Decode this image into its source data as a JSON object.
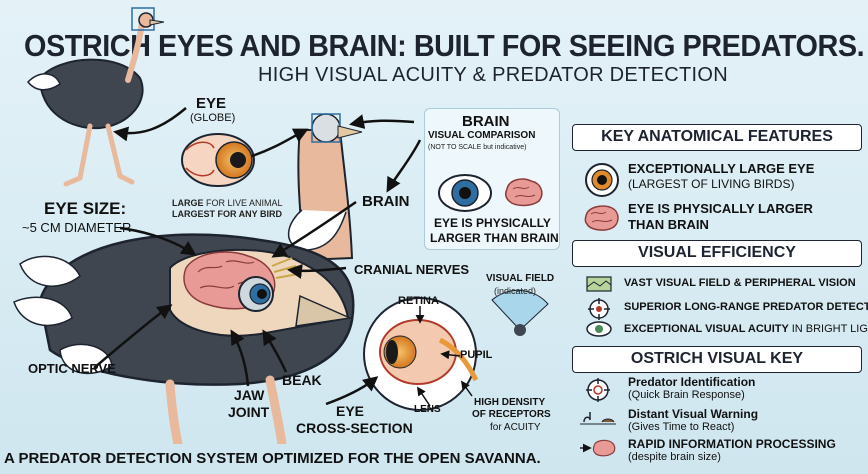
{
  "title": "OSTRICH EYES AND BRAIN: BUILT FOR SEEING PREDATORS.",
  "subtitle": "HIGH VISUAL ACUITY & PREDATOR DETECTION",
  "labels": {
    "eye": "EYE",
    "globe": "(GLOBE)",
    "large_for_live_bold": "LARGE",
    "large_for_live_rest": "FOR LIVE ANIMAL",
    "largest_any_bird": "LARGEST FOR ANY BIRD",
    "eye_size": "EYE SIZE:",
    "eye_size_value": "~5 CM DIAMETER",
    "brain_top": "BRAIN",
    "visual_comparison": "VISUAL COMPARISON",
    "not_to_scale": "(NOT TO SCALE but indicative)",
    "eye_larger_1": "EYE IS PHYSICALLY",
    "eye_larger_2": "LARGER THAN BRAIN",
    "brain_mid": "BRAIN",
    "cranial_nerves": "CRANIAL NERVES",
    "visual_field": "VISUAL FIELD",
    "visual_field_sub": "(indicated)",
    "retina": "RETINA",
    "pupil": "PUPIL",
    "lens": "LENS",
    "high_density_1": "HIGH DENSITY",
    "high_density_2": "OF RECEPTORS",
    "high_density_3": "for ACUITY",
    "optic_nerve": "OPTIC NERVE",
    "jaw_1": "JAW",
    "jaw_2": "JOINT",
    "beak": "BEAK",
    "eye_cs_1": "EYE",
    "eye_cs_2": "CROSS-SECTION"
  },
  "panel": {
    "key_features": {
      "heading": "KEY ANATOMICAL FEATURES",
      "items": [
        {
          "icon": "eye-icon",
          "bold": "EXCEPTIONALLY LARGE EYE",
          "sub": "(LARGEST OF LIVING BIRDS)"
        },
        {
          "icon": "brain-icon",
          "bold": "EYE IS PHYSICALLY LARGER",
          "bold2": "THAN BRAIN"
        }
      ]
    },
    "visual_efficiency": {
      "heading": "VISUAL EFFICIENCY",
      "items": [
        {
          "icon": "landscape-icon",
          "bold": "VAST VISUAL FIELD & PERIPHERAL VISION"
        },
        {
          "icon": "crosshair-icon",
          "bold": "SUPERIOR LONG-RANGE PREDATOR DETECTION"
        },
        {
          "icon": "eye-icon",
          "bold": "EXCEPTIONAL VISUAL ACUITY",
          "rest": "IN BRIGHT LIGHT"
        }
      ]
    },
    "visual_key": {
      "heading": "OSTRICH VISUAL KEY",
      "items": [
        {
          "icon": "crosshair-icon",
          "bold": "Predator Identification",
          "sub": "(Quick Brain Response)"
        },
        {
          "icon": "ostrich-predator-icon",
          "bold": "Distant Visual Warning",
          "sub": "(Gives Time to React)"
        },
        {
          "icon": "brain-processing-icon",
          "bold": "RAPID INFORMATION PROCESSING",
          "sub": "(despite brain size)"
        }
      ]
    }
  },
  "footer": "A PREDATOR DETECTION SYSTEM OPTIMIZED FOR THE OPEN SAVANNA.",
  "colors": {
    "background": "#d9ecf3",
    "ink": "#1d2430",
    "eye_iris": "#e08a2c",
    "brain": "#e89a96",
    "feathers": "#3f4650",
    "skin": "#e8b99c"
  }
}
